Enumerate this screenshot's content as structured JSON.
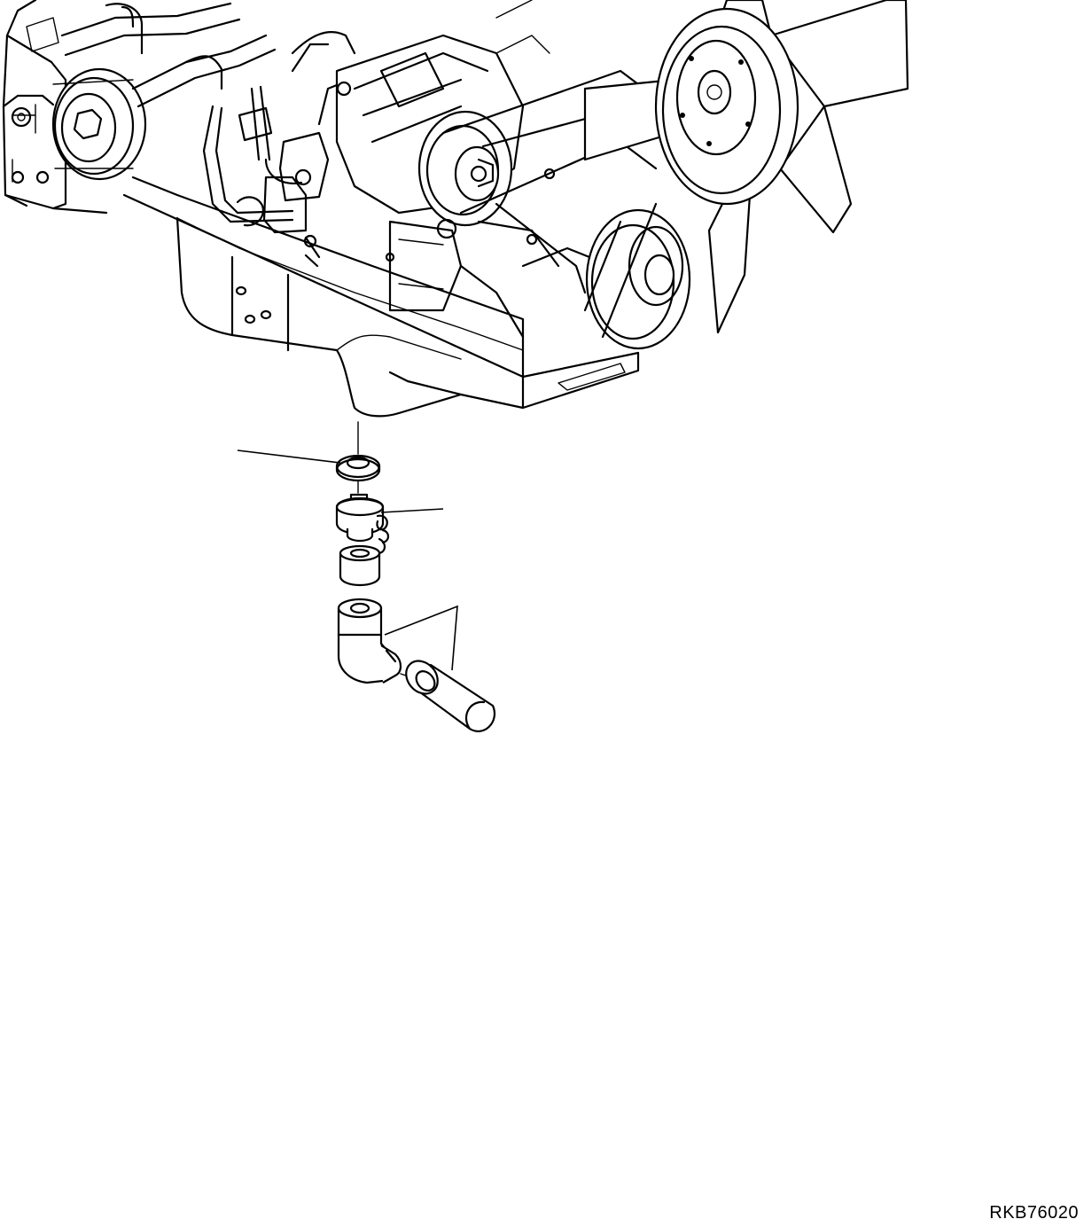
{
  "figure": {
    "id": "RKB76020"
  },
  "callouts": [
    {
      "name": "callout-washer"
    },
    {
      "name": "callout-valve-body"
    },
    {
      "name": "callout-elbow-and-hose"
    }
  ]
}
